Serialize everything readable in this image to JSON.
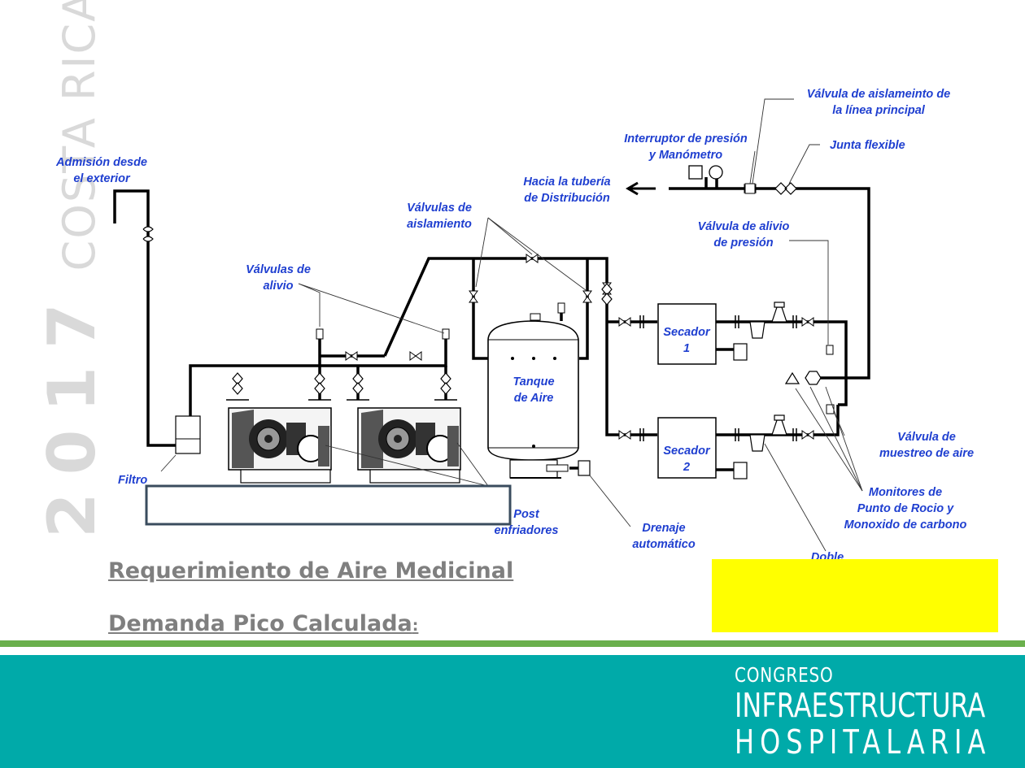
{
  "side_watermark": {
    "year": "2017",
    "country": "COSTA RICA"
  },
  "diagram": {
    "labels": {
      "admision": [
        "Admisión desde",
        "el exterior"
      ],
      "valvulas_alivio": [
        "Válvulas de",
        "alivio"
      ],
      "valvulas_aislamiento": [
        "Válvulas de",
        "aislamiento"
      ],
      "hacia_tuberia": [
        "Hacia la tubería",
        "de Distribución"
      ],
      "interruptor": [
        "Interruptor de presión",
        "y Manómetro"
      ],
      "valvula_linea": [
        "Válvula de aislameinto de",
        "la línea principal"
      ],
      "junta": "Junta flexible",
      "valvula_alivio_presion": [
        "Válvula de alivio",
        "de presión"
      ],
      "tanque": [
        "Tanque",
        "de Aire"
      ],
      "secador1": [
        "Secador",
        "1"
      ],
      "secador2": [
        "Secador",
        "2"
      ],
      "filtro": "Filtro",
      "post": [
        "Post",
        "enfriadores"
      ],
      "drenaje": [
        "Drenaje",
        "automático"
      ],
      "muestreo": [
        "Válvula de",
        "muestreo de aire"
      ],
      "monitores": [
        "Monitores de",
        "Punto de Rocio y",
        "Monoxido de carbono"
      ],
      "doble": "Doble"
    }
  },
  "headings": {
    "requerimiento": "Requerimiento de Aire Medicinal",
    "demanda": "Demanda Pico  Calculada",
    "demanda_suffix": ":"
  },
  "footer": {
    "logo_line1": "CONGRESO",
    "logo_line2": "INFRAESTRUCTURA",
    "logo_line3": "HOSPITALARIA"
  },
  "colors": {
    "label_blue": "#1f3fd0",
    "footer_teal": "#00aaa9",
    "stripe_green": "#6ab04c",
    "highlight_yellow": "#ffff00",
    "heading_gray": "#7f7f7f",
    "watermark_gray": "#d9d9d9"
  }
}
